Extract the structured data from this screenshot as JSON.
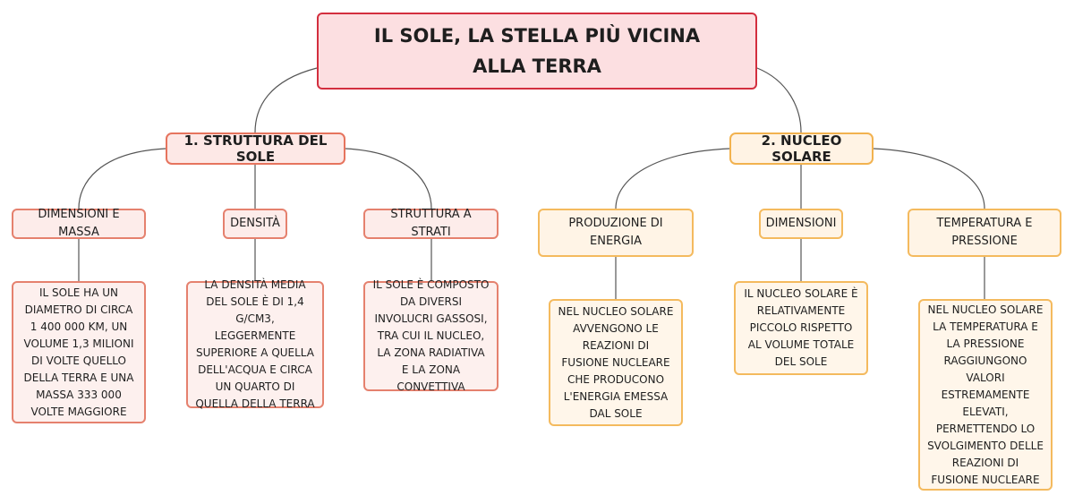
{
  "root": {
    "title": "IL SOLE, LA STELLA PIÙ VICINA ALLA TERRA"
  },
  "colors": {
    "root_border": "#d32f3f",
    "root_fill": "#fcdfe1",
    "red_border": "#e5816e",
    "red_fill": "#fdecea",
    "orange_border": "#f4ba5e",
    "orange_fill": "#fff4e6",
    "connector": "#555555"
  },
  "branches": [
    {
      "title": "1. STRUTTURA DEL SOLE",
      "children": [
        {
          "title": "DIMENSIONI E MASSA",
          "detail": "IL SOLE HA UN DIAMETRO DI CIRCA 1 400 000 KM, UN VOLUME 1,3 MILIONI DI VOLTE QUELLO DELLA TERRA E UNA MASSA 333 000 VOLTE MAGGIORE"
        },
        {
          "title": "DENSITÀ",
          "detail": "LA DENSITÀ MEDIA DEL SOLE È DI 1,4 G/CM3, LEGGERMENTE SUPERIORE A QUELLA DELL'ACQUA E CIRCA UN QUARTO DI QUELLA DELLA TERRA"
        },
        {
          "title": "STRUTTURA A STRATI",
          "detail": "IL SOLE È COMPOSTO DA DIVERSI INVOLUCRI GASSOSI, TRA CUI IL NUCLEO, LA ZONA RADIATIVA E LA ZONA CONVETTIVA"
        }
      ]
    },
    {
      "title": "2. NUCLEO SOLARE",
      "children": [
        {
          "title": "PRODUZIONE DI ENERGIA",
          "detail": "NEL NUCLEO SOLARE AVVENGONO LE REAZIONI DI FUSIONE NUCLEARE CHE PRODUCONO L'ENERGIA EMESSA DAL SOLE"
        },
        {
          "title": "DIMENSIONI",
          "detail": "IL NUCLEO SOLARE È RELATIVAMENTE PICCOLO RISPETTO AL VOLUME TOTALE DEL SOLE"
        },
        {
          "title": "TEMPERATURA E PRESSIONE",
          "detail": "NEL NUCLEO SOLARE LA TEMPERATURA E LA PRESSIONE RAGGIUNGONO VALORI ESTREMAMENTE ELEVATI, PERMETTENDO LO SVOLGIMENTO DELLE REAZIONI DI FUSIONE NUCLEARE"
        }
      ]
    }
  ]
}
